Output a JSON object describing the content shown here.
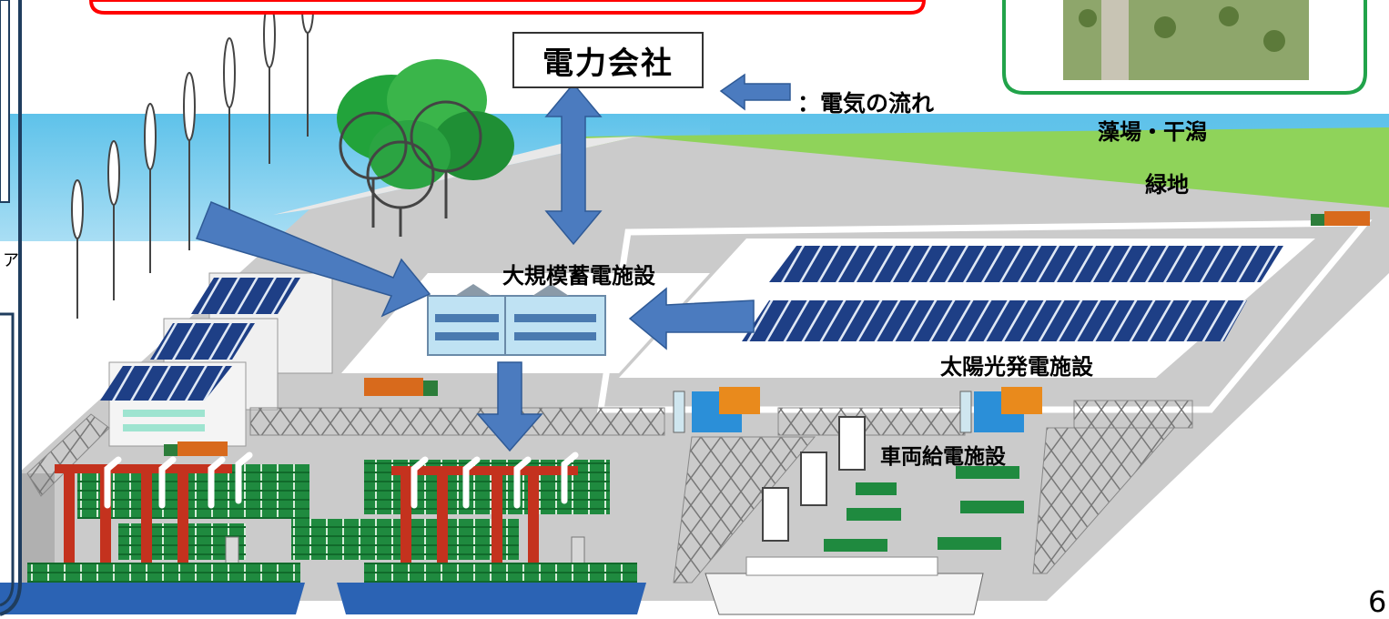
{
  "labels": {
    "power_company": "電力会社",
    "electricity_flow_legend": "：電気の流れ",
    "seagrass_tidalflat": "藻場・干潟",
    "green_space": "緑地",
    "large_storage": "大規模蓄電施設",
    "solar_facility": "太陽光発電施設",
    "vehicle_charging": "車両給電施設",
    "page_number": "6",
    "left_panel_fragment": "ア"
  },
  "colors": {
    "sea": "#69c6ec",
    "quay_ground": "#cbcbcb",
    "green_zone": "#8fd35a",
    "flow_arrow": "#4b7bbf",
    "callout_red": "#ff0000",
    "photo_frame_green": "#21a34a",
    "left_panel_border": "#1f3d5e",
    "solar_panel": "#1e3f86",
    "container_green": "#1f8a3f",
    "crane_red": "#c4321e",
    "ship_hull": "#2b63b4"
  },
  "icons": [
    "wind-turbine-icon",
    "tree-icon",
    "battery-storage-icon",
    "solar-panel-icon",
    "charging-station-icon",
    "container-crane-icon",
    "container-ship-icon",
    "truck-icon"
  ]
}
